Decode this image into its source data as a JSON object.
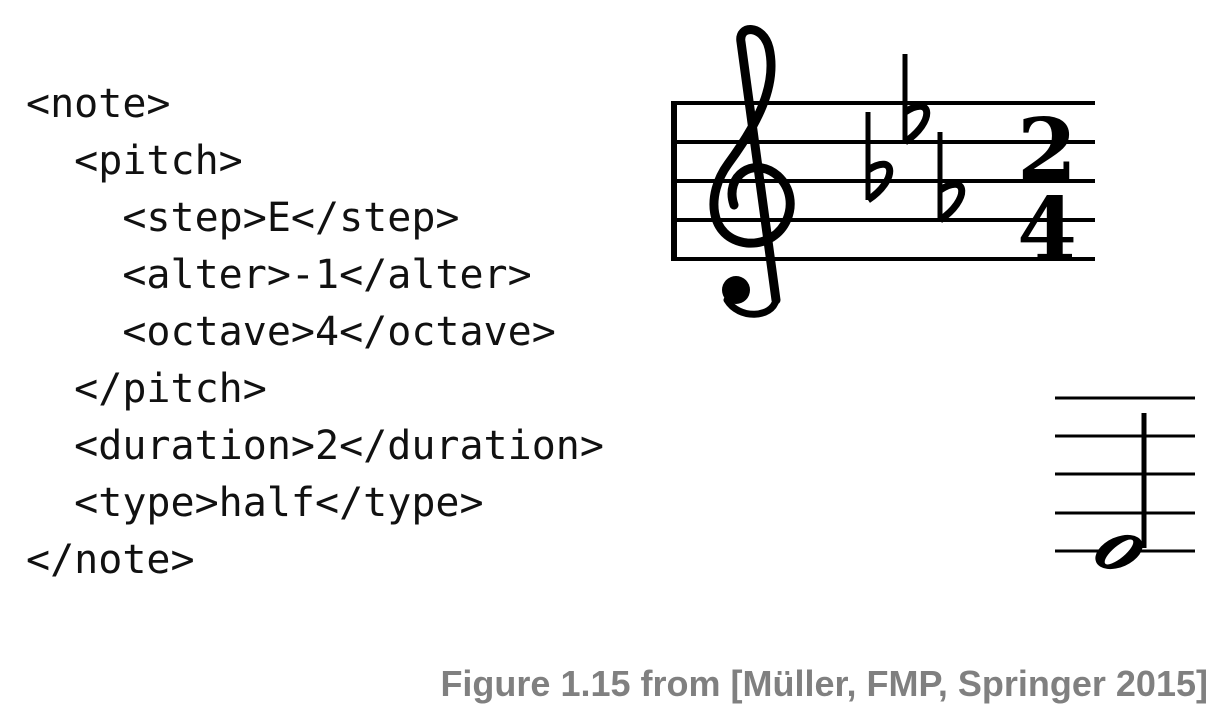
{
  "code": {
    "lines": [
      "<note>",
      "  <pitch>",
      "    <step>E</step>",
      "    <alter>-1</alter>",
      "    <octave>4</octave>",
      "  </pitch>",
      "  <duration>2</duration>",
      "  <type>half</type>",
      "</note>"
    ]
  },
  "notation": {
    "clef_icon": "treble-clef-icon",
    "key_signature": "three flats",
    "flat_icon": "flat-icon",
    "time_signature": {
      "numerator": "2",
      "denominator": "4"
    },
    "note_icon": "half-note-icon"
  },
  "caption": "Figure 1.15 from [Müller, FMP, Springer 2015]"
}
